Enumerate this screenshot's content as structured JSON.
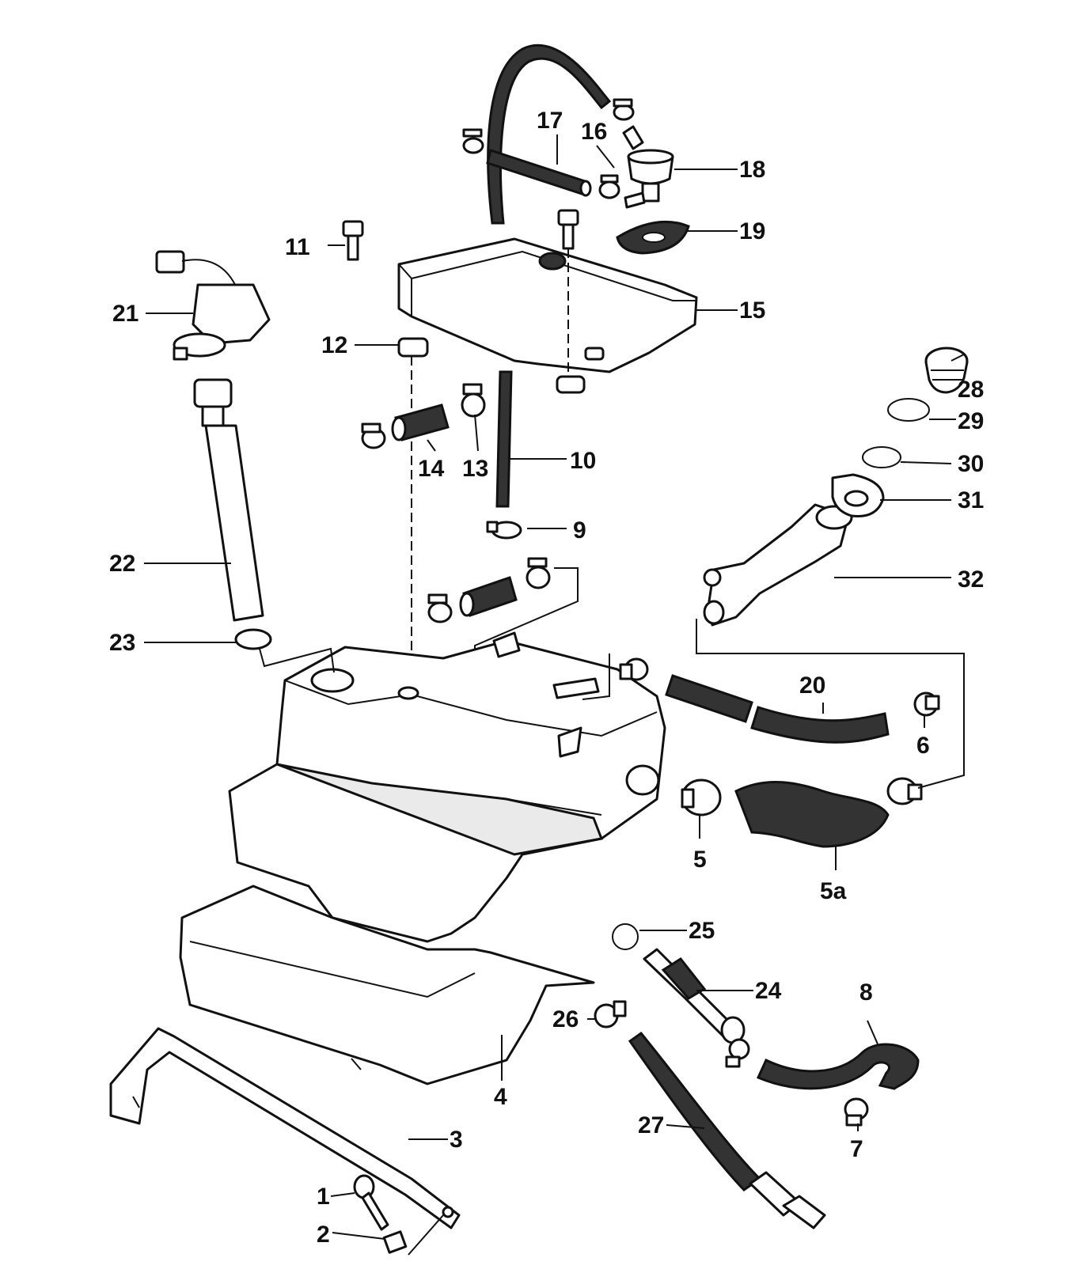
{
  "callouts": {
    "c1": "1",
    "c2": "2",
    "c3": "3",
    "c4": "4",
    "c5": "5",
    "c5a": "5a",
    "c6": "6",
    "c7": "7",
    "c8": "8",
    "c9": "9",
    "c10": "10",
    "c11": "11",
    "c12": "12",
    "c13": "13",
    "c14": "14",
    "c15": "15",
    "c16": "16",
    "c17": "17",
    "c18": "18",
    "c19": "19",
    "c20": "20",
    "c21": "21",
    "c22": "22",
    "c23": "23",
    "c24": "24",
    "c25": "25",
    "c26": "26",
    "c27": "27",
    "c28": "28",
    "c29": "29",
    "c30": "30",
    "c31": "31",
    "c32": "32"
  }
}
